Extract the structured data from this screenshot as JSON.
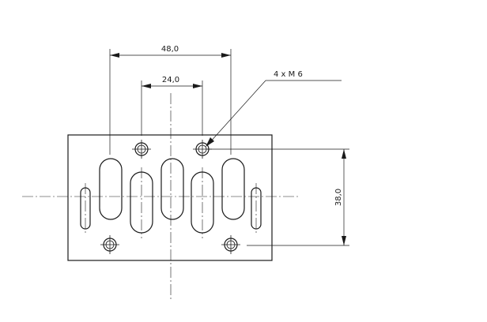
{
  "dimensions": {
    "width_outer": "48,0",
    "width_inner": "24,0",
    "height": "38,0"
  },
  "callout": {
    "thread": "4 x M 6"
  },
  "colors": {
    "line": "#1a1a1a",
    "background": "#ffffff"
  }
}
